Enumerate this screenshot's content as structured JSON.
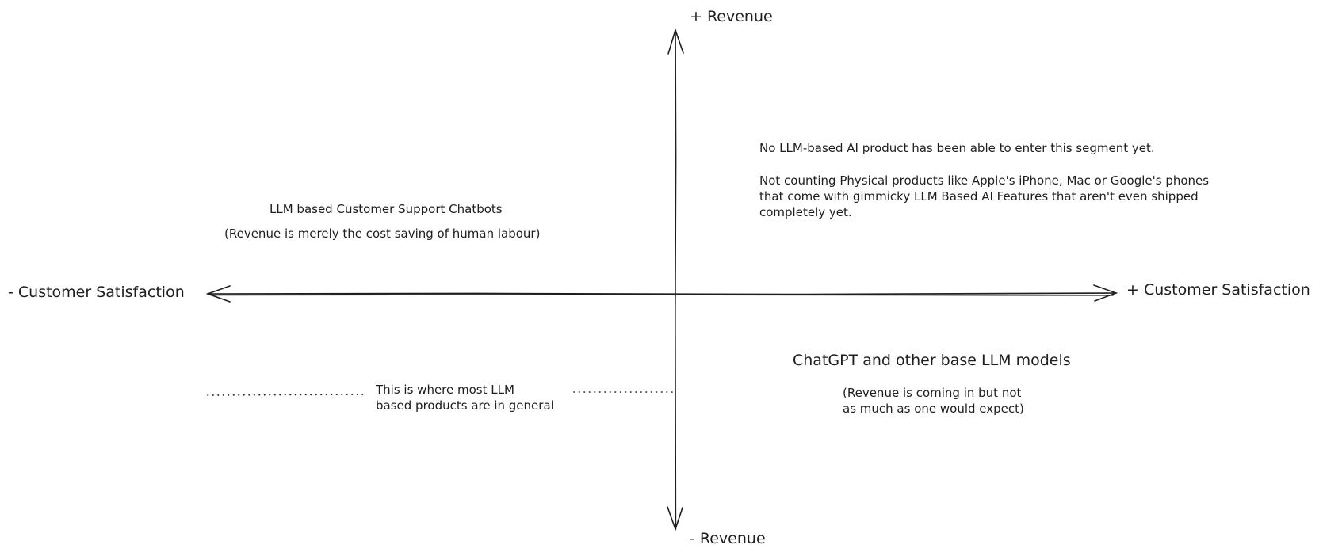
{
  "axes": {
    "y_positive": "+ Revenue",
    "y_negative": "- Revenue",
    "x_negative": "- Customer Satisfaction",
    "x_positive": "+ Customer Satisfaction"
  },
  "quadrants": {
    "top_left": {
      "title": "LLM based Customer Support Chatbots",
      "subtitle": "(Revenue is merely the cost saving of human labour)"
    },
    "top_right": {
      "line1": "No LLM-based AI product has been able to enter this segment yet.",
      "para_line1": "Not counting Physical products like Apple's iPhone, Mac or Google's phones",
      "para_line2": "that come with gimmicky LLM Based AI Features that aren't even shipped",
      "para_line3": "completely yet."
    },
    "bottom_left": {
      "line1": "This is where most LLM",
      "line2": "based products are in general"
    },
    "bottom_right": {
      "title": "ChatGPT and other base LLM models",
      "sub_line1": "(Revenue is coming in but not",
      "sub_line2": "as much as one would expect)"
    }
  },
  "colors": {
    "stroke": "#1e1e1e",
    "background": "#ffffff"
  }
}
